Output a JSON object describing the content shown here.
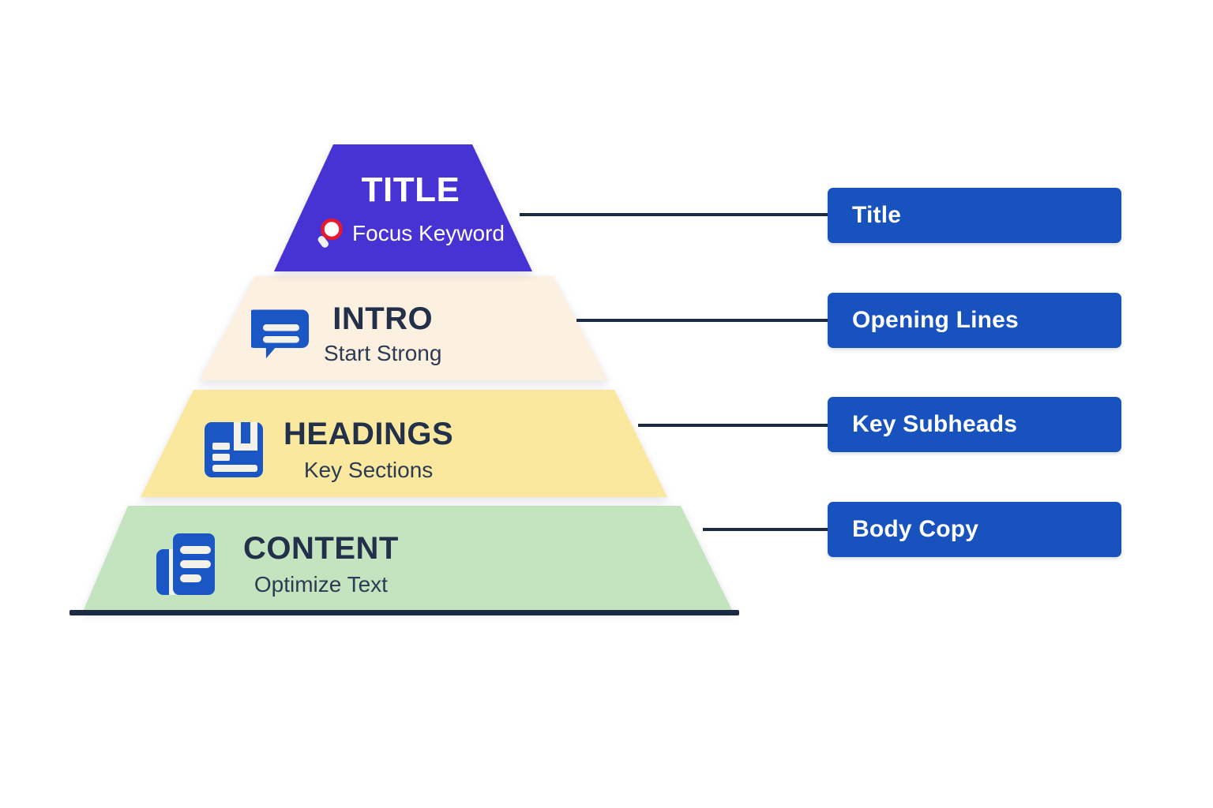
{
  "diagram": {
    "type": "pyramid",
    "orientation": "top-narrow",
    "background_color": "#ffffff",
    "baseline_color": "#1d2a44"
  },
  "tiers": [
    {
      "id": "title",
      "title": "TITLE",
      "subtitle": "Focus Keyword",
      "icon": "magnifier-icon",
      "fill_color": "#4733d4",
      "title_color": "#ffffff",
      "subtitle_color": "#ffffff"
    },
    {
      "id": "intro",
      "title": "INTRO",
      "subtitle": "Start Strong",
      "icon": "speech-bubble-icon",
      "fill_color": "#fcf0e1",
      "title_color": "#22304a",
      "subtitle_color": "#2c3a52"
    },
    {
      "id": "headings",
      "title": "HEADINGS",
      "subtitle": "Key Sections",
      "icon": "article-layout-icon",
      "fill_color": "#fae89f",
      "title_color": "#22304a",
      "subtitle_color": "#2c3a52"
    },
    {
      "id": "content",
      "title": "CONTENT",
      "subtitle": "Optimize Text",
      "icon": "newspaper-icon",
      "fill_color": "#c4e4bf",
      "title_color": "#22304a",
      "subtitle_color": "#2c3a52"
    }
  ],
  "labels": {
    "chip_color": "#1852bf",
    "chip_text_color": "#ffffff",
    "connector_color": "#1d2a44",
    "items": [
      {
        "text": "Title",
        "for_tier": "title"
      },
      {
        "text": "Opening Lines",
        "for_tier": "intro"
      },
      {
        "text": "Key Subheads",
        "for_tier": "headings"
      },
      {
        "text": "Body Copy",
        "for_tier": "content"
      }
    ]
  },
  "icon_colors": {
    "blue": "#1a56c4",
    "icon_white": "#f4f1e8",
    "magnifier_ring": "#e8192c",
    "magnifier_handle": "#f0f0f5"
  }
}
